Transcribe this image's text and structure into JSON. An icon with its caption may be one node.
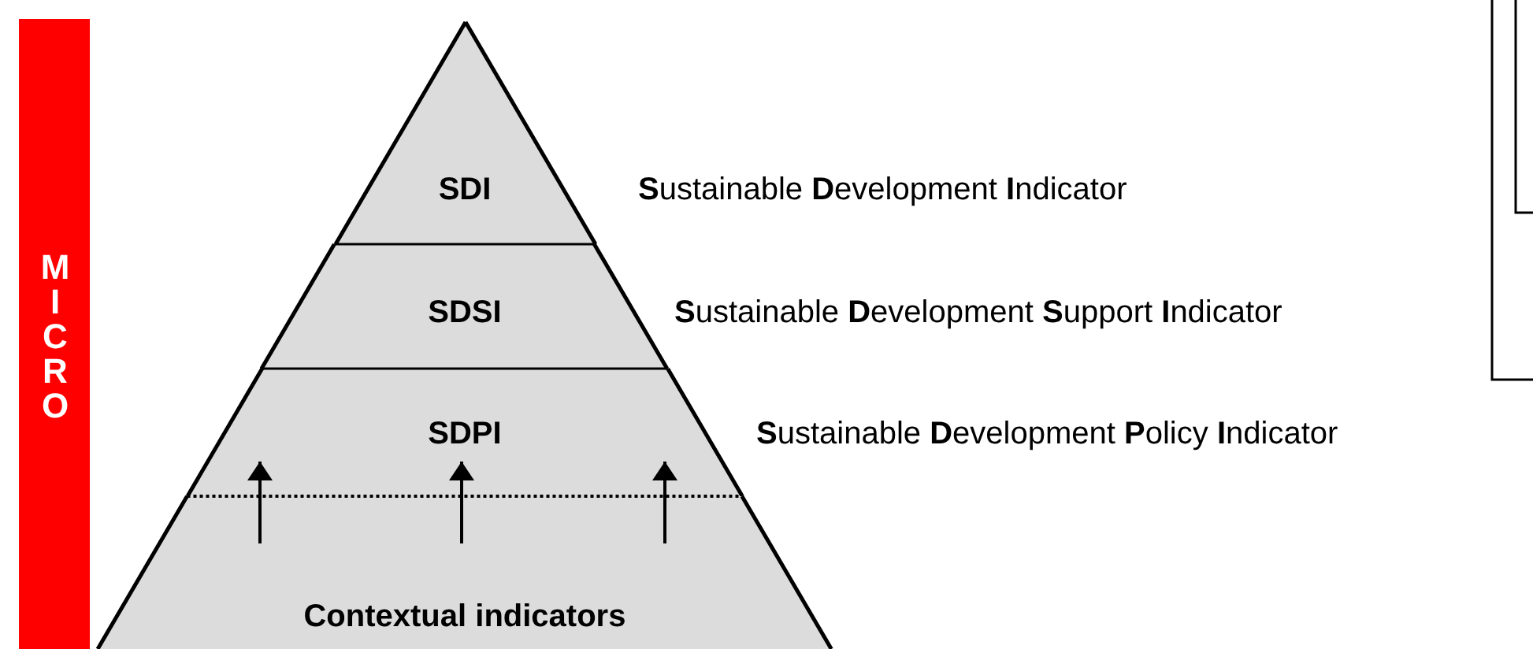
{
  "diagram": {
    "nodes": [
      {
        "text": [
          "MICRO"
        ]
      },
      {
        "text": [
          "SDI"
        ],
        "beside": [
          "**S**ustainable **D**evelopment **I**ndicator"
        ]
      },
      {
        "text": [
          "SDSI"
        ],
        "beside": [
          "**S**ustainable **D**evelopment **S**upport **I**ndicator"
        ]
      },
      {
        "text": [
          "SDPI"
        ],
        "beside": [
          "**S**ustainable **D**evelopment **P**olicy **I**ndicator"
        ]
      },
      {
        "text": [
          "Contextual indicators"
        ]
      }
    ],
    "edges": [
      {
        "from": 4,
        "to": 3,
        "arrow": "to"
      },
      {
        "from": 4,
        "to": 3,
        "arrow": "to"
      },
      {
        "from": 4,
        "to": 3,
        "arrow": "to"
      }
    ]
  }
}
